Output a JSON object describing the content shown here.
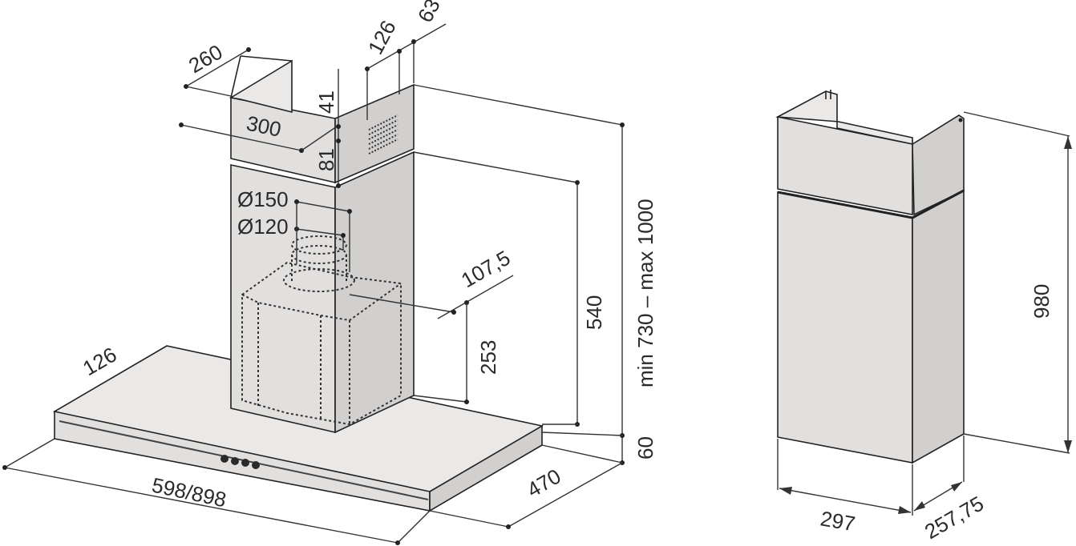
{
  "hood_diagram": {
    "dimensions": {
      "chimney_top_width": "260",
      "chimney_width": "300",
      "side_offset_126": "126",
      "side_offset_63": "63",
      "gap_41": "41",
      "gap_81": "81",
      "duct_diameter_outer": "Ø150",
      "duct_diameter_inner": "Ø120",
      "motor_offset": "107,5",
      "motor_height": "253",
      "height_540": "540",
      "total_height": "min 730 – max 1000",
      "canopy_depth_offset": "126",
      "canopy_width": "598/898",
      "canopy_depth": "470",
      "canopy_height": "60"
    }
  },
  "extension_diagram": {
    "dimensions": {
      "height": "980",
      "width": "297",
      "depth": "257,75"
    }
  },
  "colors": {
    "metal_front": "#e2e0df",
    "metal_side": "#d2d0cf",
    "metal_top": "#ebe9e8",
    "line": "#333333"
  }
}
